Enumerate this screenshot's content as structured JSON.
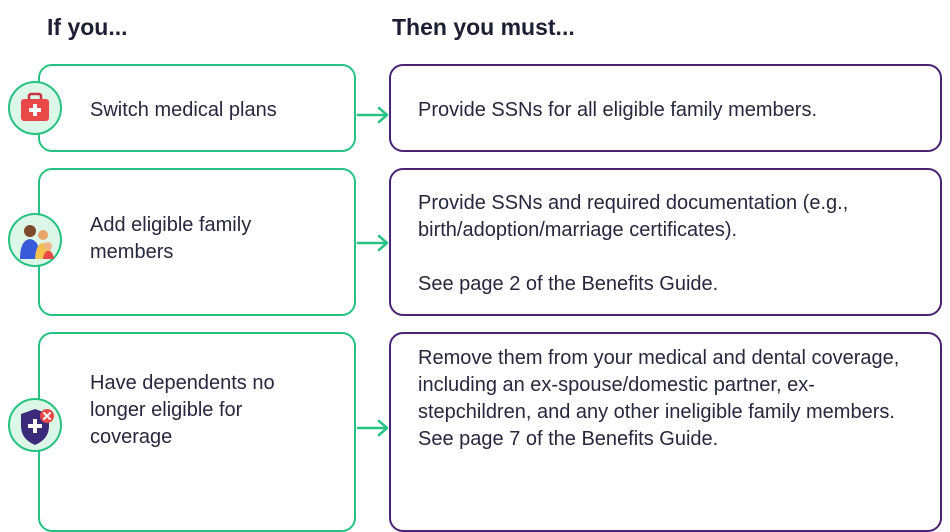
{
  "headers": {
    "left": "If you...",
    "right": "Then you must..."
  },
  "rows": [
    {
      "condition": "Switch medical plans",
      "icon": "medical-kit-icon",
      "action": [
        "Provide SSNs for all eligible family members."
      ]
    },
    {
      "condition": "Add eligible family members",
      "icon": "family-icon",
      "action": [
        "Provide SSNs and required documentation (e.g., birth/adoption/marriage certificates).",
        "See page 2 of the Benefits Guide."
      ]
    },
    {
      "condition": "Have dependents no longer eligible for coverage",
      "icon": "shield-remove-icon",
      "action": [
        "Remove them from your medical and dental coverage, including an ex-spouse/domestic partner, ex-stepchildren, and any other ineligible family members. See page 7 of the Benefits Guide."
      ]
    }
  ],
  "colors": {
    "green": "#26c281",
    "purple": "#4a2375",
    "text": "#27273d"
  }
}
